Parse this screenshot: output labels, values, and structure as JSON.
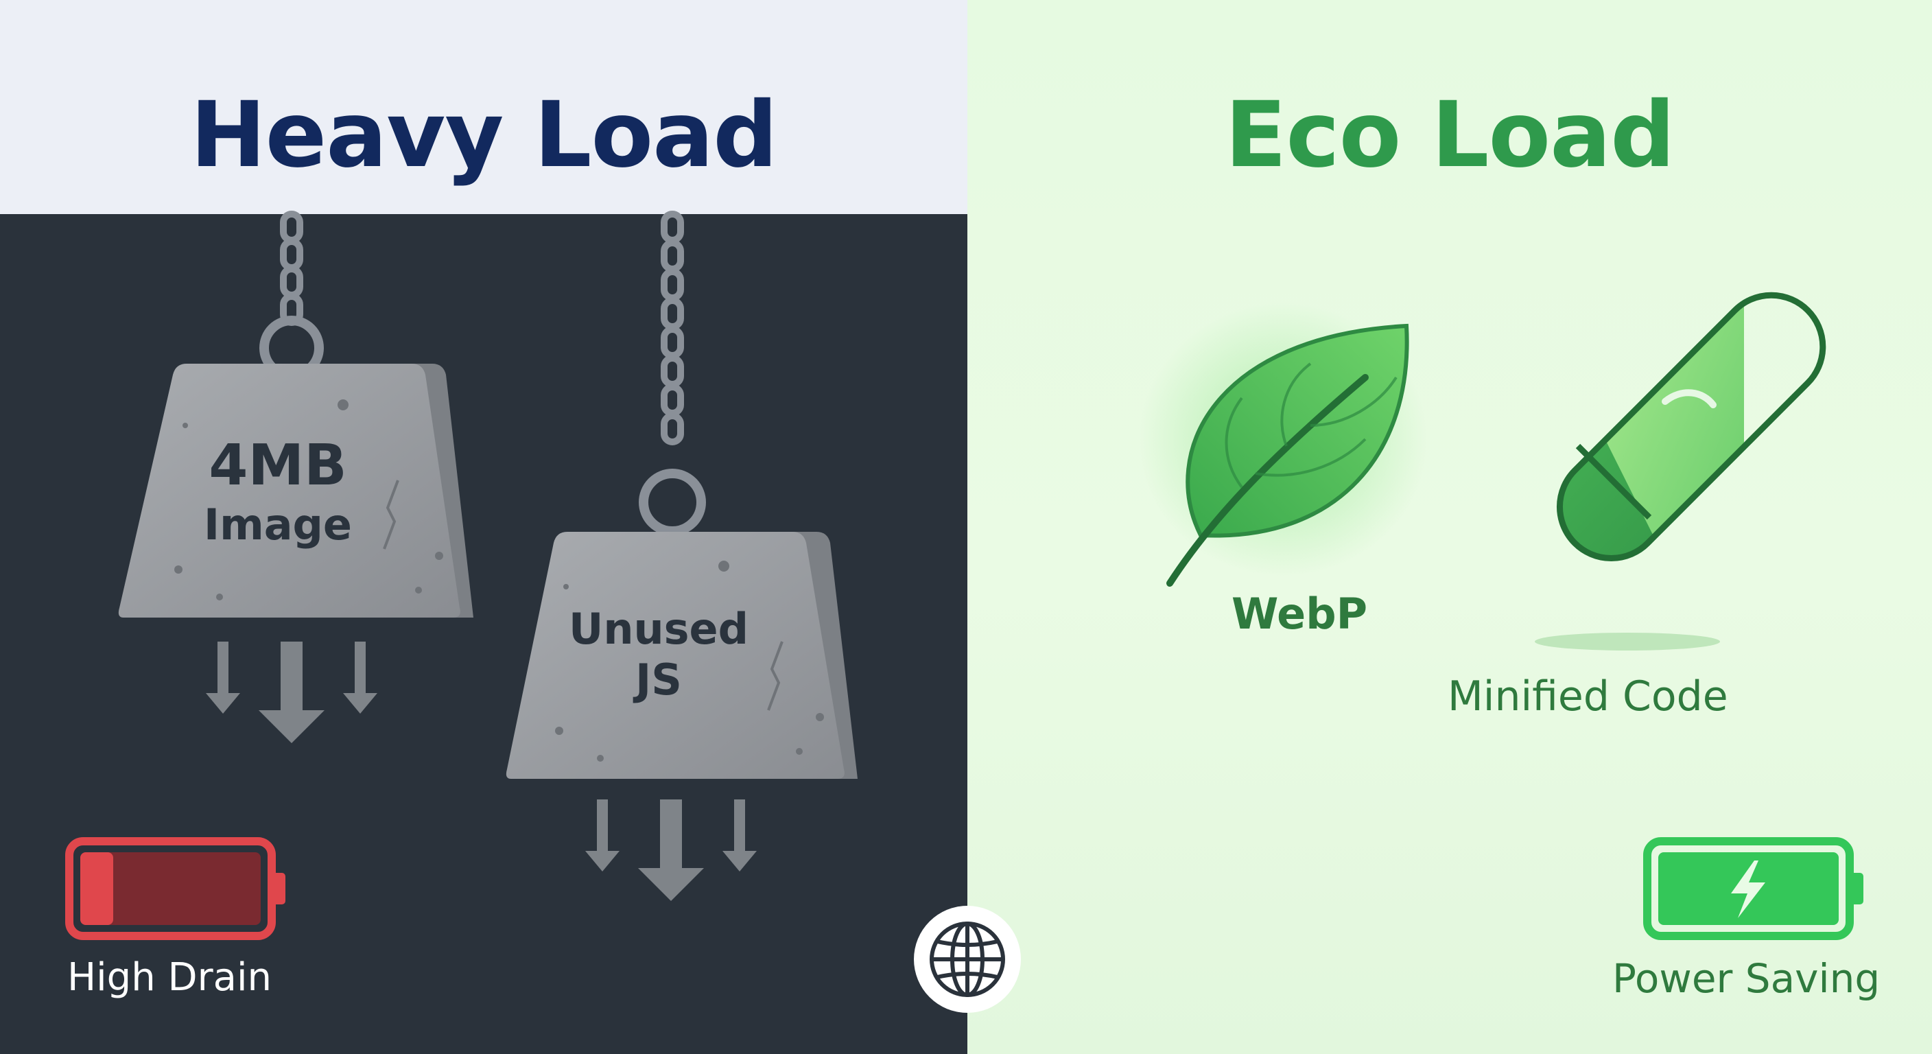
{
  "heavy": {
    "title": "Heavy Load",
    "weight_1": {
      "line_1": "4MB",
      "line_2": "Image"
    },
    "weight_2": {
      "line_1": "Unused",
      "line_2": "JS"
    },
    "battery_label": "High Drain"
  },
  "eco": {
    "title": "Eco Load",
    "leaf_label": "WebP",
    "capsule_label": "Minified Code",
    "battery_label": "Power Saving"
  },
  "icons": {
    "heavy": [
      "chain-icon",
      "weight-icon",
      "down-arrows-icon",
      "battery-low-icon"
    ],
    "center": "globe-icon",
    "eco": [
      "leaf-icon",
      "capsule-icon",
      "battery-charging-icon"
    ]
  },
  "colors": {
    "heavy_title": "#12295e",
    "eco_title": "#2f9a4c",
    "dark_panel": "#2a323b",
    "light_header": "#eceff6",
    "eco_background": "#e6fae1",
    "drain_red": "#e0474c",
    "saving_green": "#34c759"
  }
}
